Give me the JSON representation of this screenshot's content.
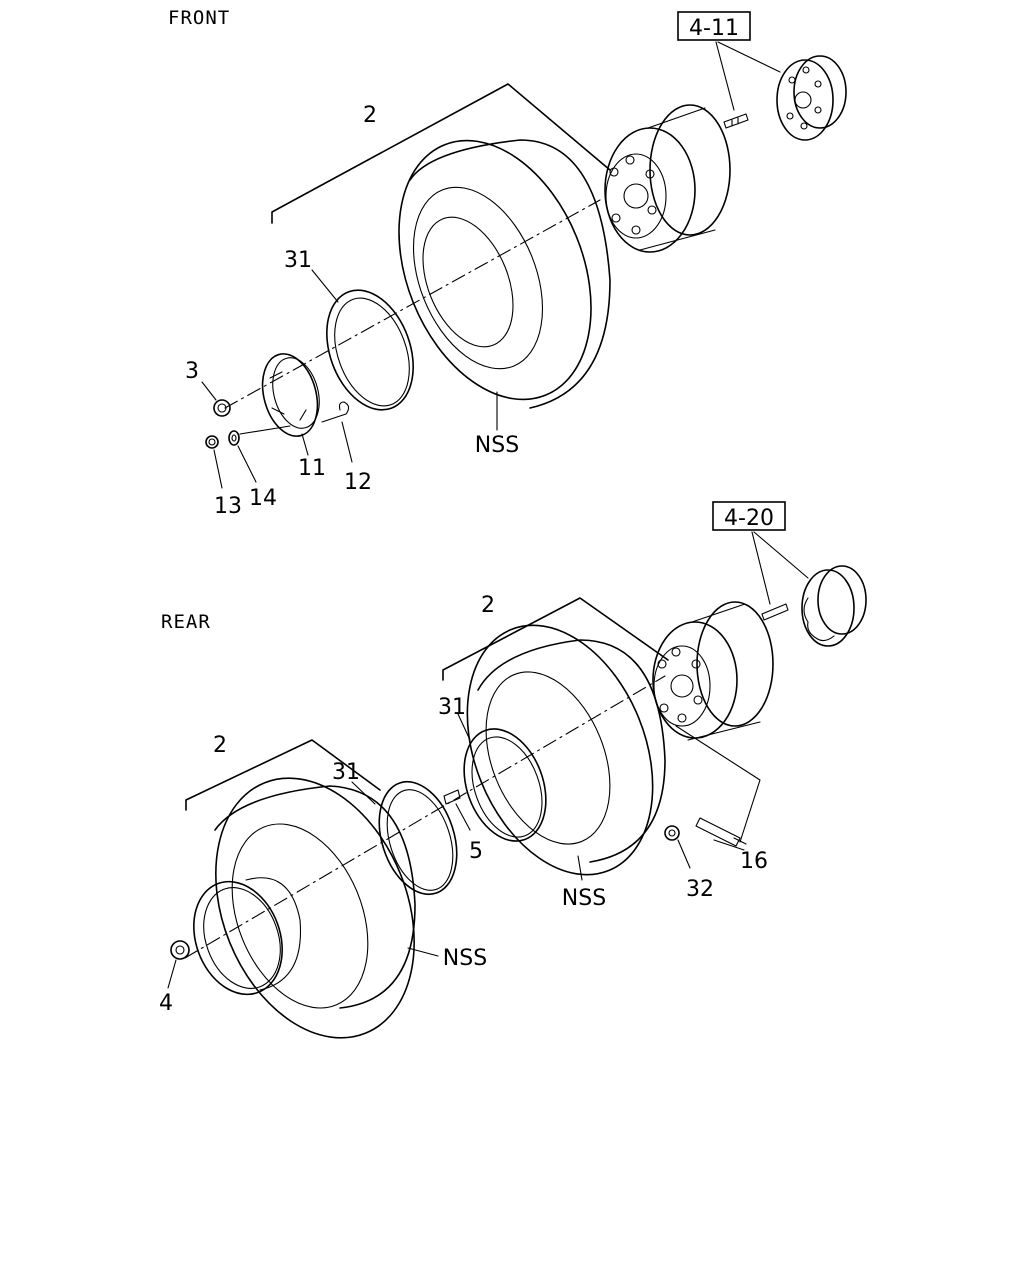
{
  "sections": {
    "front": "FRONT",
    "rear": "REAR"
  },
  "refs": {
    "front_hub": "4-11",
    "rear_hub": "4-20"
  },
  "callouts": {
    "f_2": "2",
    "f_31": "31",
    "f_3": "3",
    "f_11": "11",
    "f_12": "12",
    "f_13": "13",
    "f_14": "14",
    "f_nss": "NSS",
    "r_2a": "2",
    "r_2b": "2",
    "r_31a": "31",
    "r_31b": "31",
    "r_5": "5",
    "r_16": "16",
    "r_32": "32",
    "r_4": "4",
    "r_nss_a": "NSS",
    "r_nss_b": "NSS"
  }
}
